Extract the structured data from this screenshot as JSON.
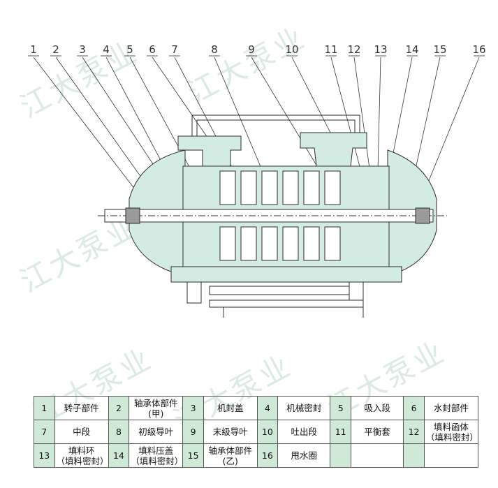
{
  "watermark": "江大泵业",
  "callouts": [
    "1",
    "2",
    "3",
    "4",
    "5",
    "6",
    "7",
    "8",
    "9",
    "10",
    "11",
    "12",
    "13",
    "14",
    "15",
    "16"
  ],
  "parts": [
    {
      "num": "1",
      "name": "转子部件"
    },
    {
      "num": "2",
      "name": "轴承体部件(甲)"
    },
    {
      "num": "3",
      "name": "机封盖"
    },
    {
      "num": "4",
      "name": "机械密封"
    },
    {
      "num": "5",
      "name": "吸入段"
    },
    {
      "num": "6",
      "name": "水封部件"
    },
    {
      "num": "7",
      "name": "中段"
    },
    {
      "num": "8",
      "name": "初级导叶"
    },
    {
      "num": "9",
      "name": "末级导叶"
    },
    {
      "num": "10",
      "name": "吐出段"
    },
    {
      "num": "11",
      "name": "平衡套"
    },
    {
      "num": "12",
      "name": "填料函体",
      "sub": "（填料密封）"
    },
    {
      "num": "13",
      "name": "填料环",
      "sub": "（填料密封）"
    },
    {
      "num": "14",
      "name": "填料压盖",
      "sub": "（填料密封）"
    },
    {
      "num": "15",
      "name": "轴承体部件(乙)"
    },
    {
      "num": "16",
      "name": "甩水圈"
    }
  ],
  "colors": {
    "fill": "#d3ece3",
    "line": "#2b2b2b",
    "num_cell": "#cfe9d7",
    "watermark": "#d9e8e3"
  }
}
